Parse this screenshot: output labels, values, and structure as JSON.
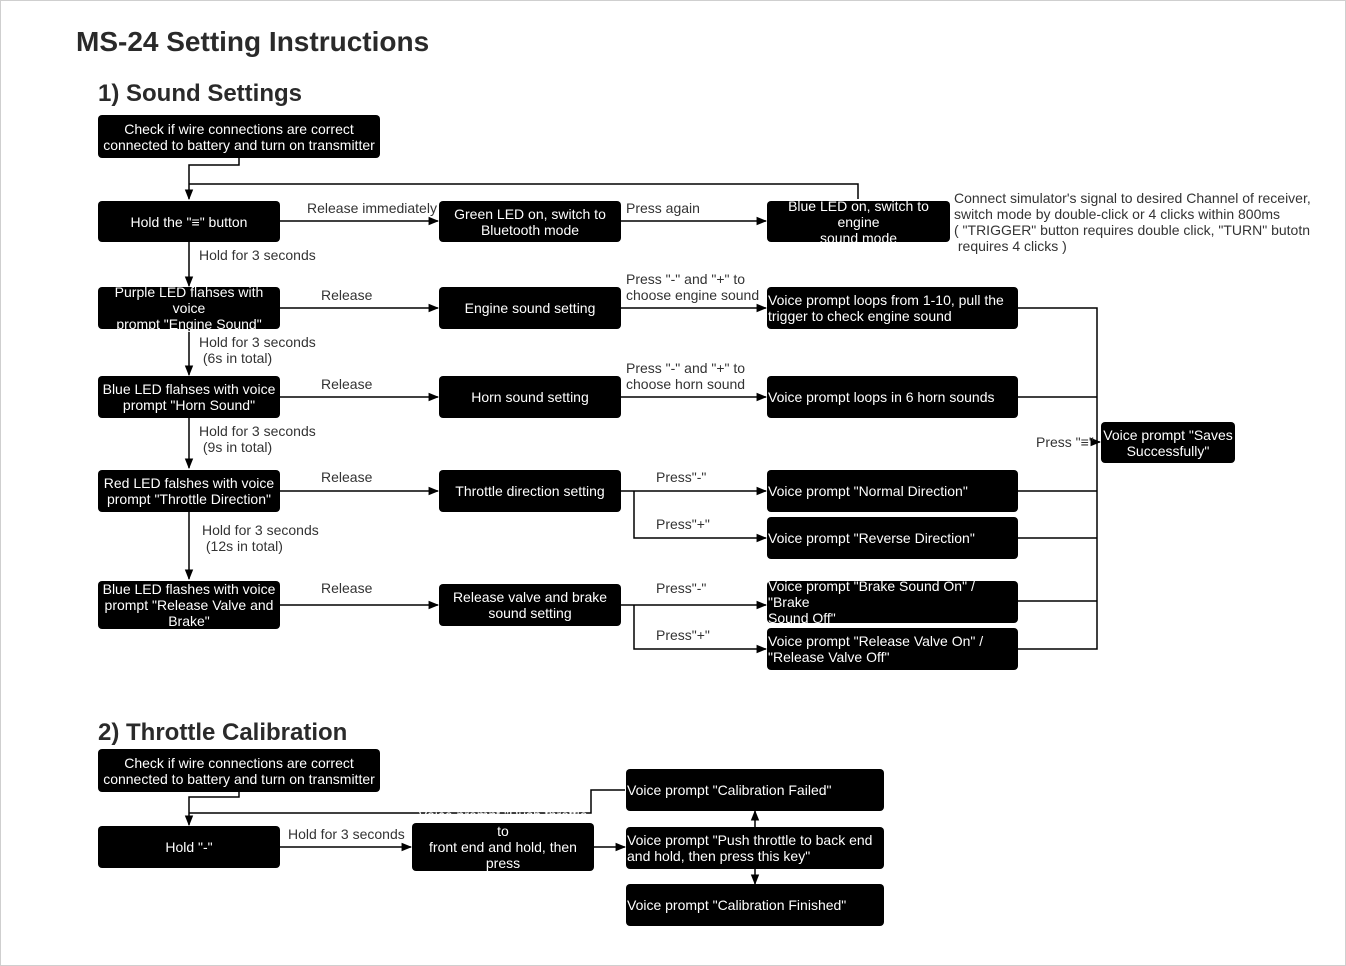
{
  "title": "MS-24 Setting Instructions",
  "sections": {
    "sound": "1)  Sound Settings",
    "throttle": "2)  Throttle Calibration"
  },
  "sound": {
    "start": "Check if wire connections are correct\nconnected to battery and turn on transmitter",
    "hold_button": "Hold the \"≡\" button",
    "green_led": "Green LED on, switch to\nBluetooth mode",
    "blue_led_engine": "Blue LED on, switch to engine\nsound mode",
    "simulator_note": "Connect simulator's signal to desired Channel of receiver,\nswitch mode by double-click or 4 clicks within 800ms\n( \"TRIGGER\" button requires double click, \"TURN\" butotn\n requires 4 clicks )",
    "purple_led": "Purple LED flahses with voice\nprompt \"Engine Sound\"",
    "engine_setting": "Engine sound setting",
    "engine_loop": "Voice prompt loops from 1-10, pull the\ntrigger to check engine sound",
    "blue_led_horn": "Blue LED flahses with voice\nprompt \"Horn Sound\"",
    "horn_setting": "Horn sound setting",
    "horn_loop": "Voice prompt loops in 6 horn sounds",
    "red_led": "Red LED falshes with voice\nprompt \"Throttle Direction\"",
    "throttle_setting": "Throttle direction setting",
    "normal_dir": "Voice prompt \"Normal Direction\"",
    "reverse_dir": "Voice prompt \"Reverse Direction\"",
    "blue_led_valve": "Blue LED flashes with voice\nprompt \"Release Valve and\nBrake\"",
    "valve_setting": "Release valve and brake\nsound setting",
    "brake_sound": "Voice prompt \"Brake Sound On\" / \"Brake\nSound Off\"",
    "valve_onoff": "Voice prompt \"Release Valve On\" /\n\"Release Valve Off\"",
    "saves": "Voice prompt \"Saves\nSuccessfully\"",
    "labels": {
      "release_immediately": "Release immediately",
      "press_again": "Press again",
      "hold3": "Hold for 3 seconds",
      "release1": "Release",
      "engine_keys": "Press \"-\" and \"+\" to\nchoose engine sound",
      "hold6": "Hold for 3 seconds\n (6s in total)",
      "release2": "Release",
      "horn_keys": "Press \"-\" and \"+\" to\nchoose horn sound",
      "hold9": "Hold for 3 seconds\n (9s in total)",
      "release3": "Release",
      "press_minus1": "Press\"-\"",
      "press_plus1": "Press\"+\"",
      "hold12": "Hold for 3 seconds\n (12s in total)",
      "release4": "Release",
      "press_minus2": "Press\"-\"",
      "press_plus2": "Press\"+\"",
      "press_menu": "Press \"≡\""
    }
  },
  "calibration": {
    "start": "Check if wire connections are correct\nconnected to battery and turn on transmitter",
    "hold_minus": "Hold \"-\"",
    "hold3": "Hold for 3 seconds",
    "push_front": "Voice prompt \"Push throttle to\nfront end and hold, then press\nthis key\"",
    "failed": "Voice prompt \"Calibration Failed\"",
    "push_back": "Voice prompt \"Push throttle to back end\nand hold, then press this key\"",
    "finished": "Voice prompt \"Calibration Finished\""
  }
}
